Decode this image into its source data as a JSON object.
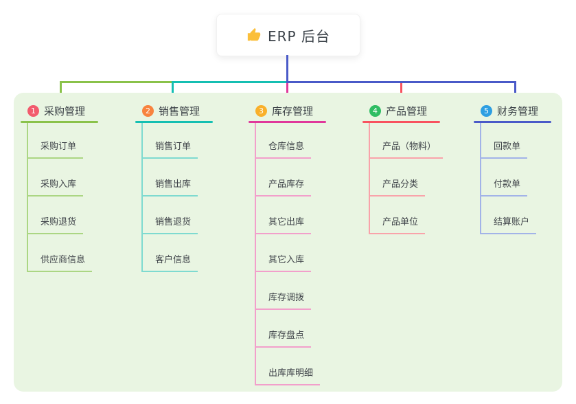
{
  "root": {
    "title": "ERP 后台",
    "icon": "thumbs-up-icon",
    "icon_color": "#fbbf3a",
    "stem_color": "#4a5ac8"
  },
  "branches": [
    {
      "id": 1,
      "label": "采购管理",
      "color": "#8ac24a",
      "light": "#abd683",
      "badge_color": "#f25b6d",
      "children": [
        "采购订单",
        "采购入库",
        "采购退货",
        "供应商信息"
      ]
    },
    {
      "id": 2,
      "label": "销售管理",
      "color": "#15bfb2",
      "light": "#7edad0",
      "badge_color": "#f8833e",
      "children": [
        "销售订单",
        "销售出库",
        "销售退货",
        "客户信息"
      ]
    },
    {
      "id": 3,
      "label": "库存管理",
      "color": "#e0389b",
      "light": "#f29fcb",
      "badge_color": "#f9b02a",
      "children": [
        "仓库信息",
        "产品库存",
        "其它出库",
        "其它入库",
        "库存调拨",
        "库存盘点",
        "出库库明细"
      ]
    },
    {
      "id": 4,
      "label": "产品管理",
      "color": "#f8525f",
      "light": "#f9a3aa",
      "badge_color": "#2fbd63",
      "children": [
        "产品（物料）",
        "产品分类",
        "产品单位"
      ]
    },
    {
      "id": 5,
      "label": "财务管理",
      "color": "#4a5ac8",
      "light": "#a2b3e8",
      "badge_color": "#2e9fe2",
      "children": [
        "回款单",
        "付款单",
        "结算账户"
      ]
    }
  ]
}
